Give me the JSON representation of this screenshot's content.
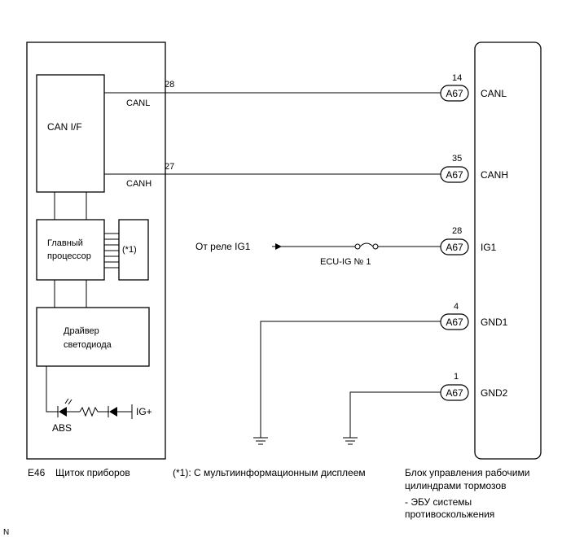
{
  "left_unit": {
    "code": "E46",
    "name": "Щиток приборов",
    "can_if": "CAN I/F",
    "cpu_line1": "Главный",
    "cpu_line2": "процессор",
    "option_mark": "(*1)",
    "led_driver_line1": "Драйвер",
    "led_driver_line2": "светодиода",
    "abs_label": "ABS",
    "ig_plus": "IG+",
    "canl": "CANL",
    "canh": "CANH",
    "pin_canl": "28",
    "pin_canh": "27"
  },
  "right_unit": {
    "name_line1": "Блок управления рабочими",
    "name_line2": "цилиндрами тормозов",
    "note_line1": "- ЭБУ системы",
    "note_line2": "противоскольжения",
    "connector": "A67",
    "pins": [
      {
        "num": "14",
        "name": "CANL"
      },
      {
        "num": "35",
        "name": "CANH"
      },
      {
        "num": "28",
        "name": "IG1"
      },
      {
        "num": "4",
        "name": "GND1"
      },
      {
        "num": "1",
        "name": "GND2"
      }
    ]
  },
  "relay_source": "От реле IG1",
  "fuse_label": "ECU-IG № 1",
  "footnote": "(*1): С мультиинформационным дисплеем",
  "corner_mark": "N"
}
